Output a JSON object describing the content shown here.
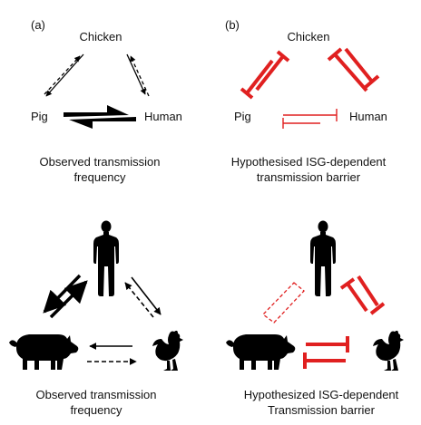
{
  "panel_a": {
    "label": "(a)",
    "nodes": {
      "top": "Chicken",
      "left": "Pig",
      "right": "Human"
    },
    "caption": [
      "Observed transmission",
      "frequency"
    ]
  },
  "panel_b": {
    "label": "(b)",
    "nodes": {
      "top": "Chicken",
      "left": "Pig",
      "right": "Human"
    },
    "caption": [
      "Hypothesised ISG-dependent",
      "transmission barrier"
    ]
  },
  "panel_c": {
    "caption": [
      "Observed transmission",
      "frequency"
    ],
    "icons": [
      "human-silhouette-icon",
      "pig-silhouette-icon",
      "chicken-silhouette-icon"
    ]
  },
  "panel_d": {
    "caption": [
      "Hypothesized ISG-dependent",
      "Transmission barrier"
    ],
    "icons": [
      "human-silhouette-icon",
      "pig-silhouette-icon",
      "chicken-silhouette-icon"
    ]
  },
  "colors": {
    "barrier": "#e02020",
    "arrow": "#000000"
  }
}
